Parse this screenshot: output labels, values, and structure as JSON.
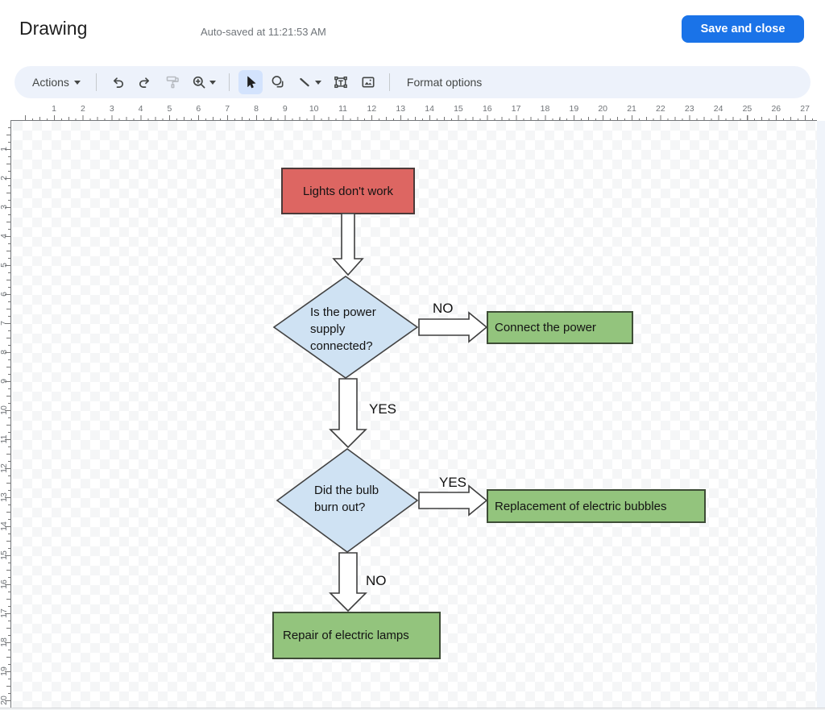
{
  "header": {
    "title": "Drawing",
    "autosave_status": "Auto-saved at 11:21:53 AM",
    "save_button_label": "Save and close"
  },
  "toolbar": {
    "actions_label": "Actions",
    "format_options_label": "Format options",
    "active_tool": "select",
    "icons": [
      "undo",
      "redo",
      "paint-format",
      "zoom",
      "select",
      "shape",
      "line",
      "text-box",
      "image"
    ]
  },
  "rulers": {
    "horizontal": [
      "1",
      "2",
      "3",
      "4",
      "5",
      "6",
      "7",
      "8",
      "9",
      "10",
      "11",
      "12",
      "13",
      "14",
      "15",
      "16",
      "17",
      "18",
      "19",
      "20",
      "21",
      "22",
      "23",
      "24",
      "25",
      "26",
      "27"
    ],
    "vertical": [
      "1",
      "2",
      "3",
      "4",
      "5",
      "6",
      "7",
      "8",
      "9",
      "10",
      "11",
      "12",
      "13",
      "14",
      "15",
      "16",
      "17",
      "18",
      "19",
      "20"
    ]
  },
  "colors": {
    "accent_blue": "#1a73e8",
    "toolbar_bg": "#edf2fb",
    "active_tool_bg": "#d3e3fd",
    "shape_red": "#dd6662",
    "shape_blue": "#cfe2f3",
    "shape_green": "#93c47d"
  },
  "flowchart": {
    "start": {
      "text": "Lights don't work",
      "fill": "#dd6662"
    },
    "decision1": {
      "line1": "Is the power",
      "line2": "supply",
      "line3": "connected?",
      "fill": "#cfe2f3"
    },
    "label_no1": "NO",
    "process1": {
      "text": "Connect the power",
      "fill": "#93c47d"
    },
    "label_yes1": "YES",
    "decision2": {
      "line1": "Did the bulb",
      "line2": "burn out?",
      "fill": "#cfe2f3"
    },
    "label_yes2": "YES",
    "process2": {
      "text": "Replacement of electric bubbles",
      "fill": "#93c47d"
    },
    "label_no2": "NO",
    "process3": {
      "text": "Repair of electric lamps",
      "fill": "#93c47d"
    }
  }
}
